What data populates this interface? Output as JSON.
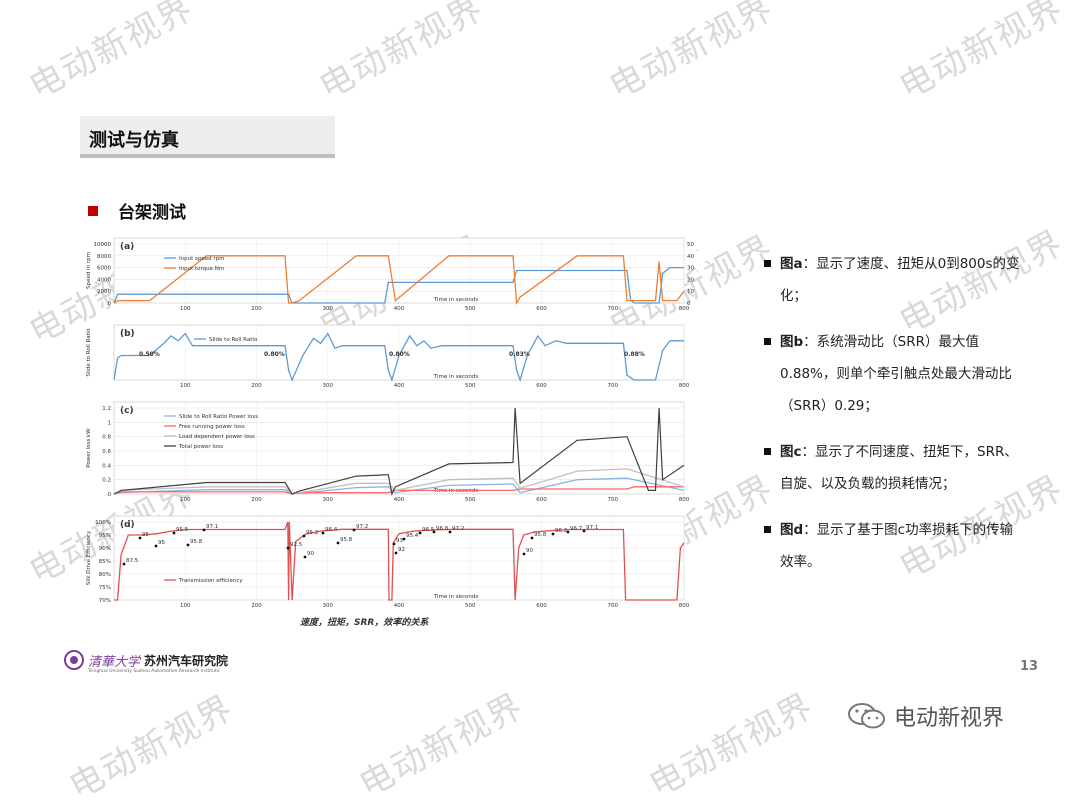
{
  "watermark_text": "电动新视界",
  "slide": {
    "title": "测试与仿真",
    "section": "台架测试",
    "caption": "速度，扭矩，SRR，效率的关系",
    "page_number": "13"
  },
  "notes": [
    {
      "label": "图a",
      "text": "：显示了速度、扭矩从0到800s的变化；"
    },
    {
      "label": "图b",
      "text": "：系统滑动比（SRR）最大值0.88%，则单个牵引触点处最大滑动比（SRR）0.29；"
    },
    {
      "label": "图c",
      "text": "：显示了不同速度、扭矩下，SRR、自旋、以及负载的损耗情况；"
    },
    {
      "label": "图d",
      "text": "：显示了基于图c功率损耗下的传输效率。"
    }
  ],
  "logo": {
    "school": "清華大学",
    "institute": "苏州汽车研究院",
    "sub": "Tsinghua University Suzhou Automotive Research Institute"
  },
  "brand": {
    "name": "电动新视界"
  },
  "colors": {
    "accent": "#c00000",
    "speed": "#5b9bd5",
    "torque": "#ed7d31",
    "efficiency": "#e05050"
  },
  "chart_data": [
    {
      "panel": "(a)",
      "type": "line",
      "ylabel": "Speed in rpm",
      "ylabel_right": "Input torque in Nm",
      "xlabel": "Time in seconds",
      "xlim": [
        0,
        800
      ],
      "ylim": [
        0,
        10000
      ],
      "ylim_right": [
        0,
        50
      ],
      "x_ticks": [
        "100",
        "200",
        "300",
        "400",
        "500",
        "600",
        "700",
        "800"
      ],
      "y_ticks": [
        "0",
        "2000",
        "4000",
        "6000",
        "8000",
        "10000"
      ],
      "y_ticks_right": [
        "0",
        "10",
        "20",
        "30",
        "40",
        "50"
      ],
      "series": [
        {
          "name": "Input speed rpm",
          "color": "#5b9bd5",
          "x": [
            0,
            5,
            10,
            245,
            248,
            250,
            380,
            385,
            390,
            560,
            565,
            570,
            720,
            725,
            730,
            765,
            770,
            780,
            800
          ],
          "y": [
            0,
            1500,
            1500,
            1500,
            500,
            0,
            0,
            3500,
            3500,
            3500,
            5500,
            5500,
            5500,
            500,
            0,
            0,
            5000,
            6000,
            6000
          ]
        },
        {
          "name": "Input torque Nm",
          "color": "#ed7d31",
          "x": [
            0,
            5,
            50,
            130,
            240,
            245,
            250,
            260,
            340,
            385,
            395,
            470,
            560,
            565,
            570,
            650,
            715,
            720,
            730,
            760,
            765,
            770,
            790,
            800
          ],
          "y": [
            0,
            2,
            2,
            40,
            40,
            0,
            0,
            2,
            40,
            40,
            2,
            40,
            40,
            0,
            5,
            40,
            40,
            2,
            2,
            2,
            35,
            2,
            2,
            10
          ]
        }
      ]
    },
    {
      "panel": "(b)",
      "type": "line",
      "ylabel": "Slide to Roll Ratio",
      "xlabel": "Time in seconds",
      "xlim": [
        0,
        800
      ],
      "x_ticks": [
        "100",
        "200",
        "300",
        "400",
        "500",
        "600",
        "700",
        "800"
      ],
      "series": [
        {
          "name": "Slide to Roll Ratio",
          "color": "#5b9bd5",
          "x": [
            0,
            5,
            10,
            50,
            70,
            80,
            90,
            100,
            110,
            240,
            245,
            250,
            265,
            280,
            290,
            300,
            310,
            320,
            380,
            385,
            390,
            400,
            415,
            425,
            435,
            445,
            460,
            560,
            565,
            570,
            580,
            595,
            605,
            620,
            635,
            715,
            720,
            730,
            760,
            770,
            780,
            800
          ],
          "y": [
            0,
            0.45,
            0.5,
            0.5,
            0.75,
            0.9,
            0.8,
            0.95,
            0.7,
            0.7,
            0.2,
            0,
            0.5,
            0.85,
            0.75,
            0.95,
            0.65,
            0.7,
            0.7,
            0.2,
            0,
            0.5,
            0.9,
            0.7,
            0.8,
            0.65,
            0.7,
            0.7,
            0.2,
            0,
            0.5,
            0.9,
            0.7,
            0.8,
            0.75,
            0.75,
            0.1,
            0,
            0,
            0.6,
            0.8,
            0.8
          ]
        }
      ],
      "annotations": [
        "0.50%",
        "0.80%",
        "0.80%",
        "0.83%",
        "0.88%"
      ]
    },
    {
      "panel": "(c)",
      "type": "line",
      "ylabel": "Power loss kW",
      "xlabel": "Time in seconds",
      "xlim": [
        0,
        800
      ],
      "ylim": [
        0,
        1.2
      ],
      "x_ticks": [
        "100",
        "200",
        "300",
        "400",
        "500",
        "600",
        "700",
        "800"
      ],
      "y_ticks": [
        "0",
        "0.2",
        "0.4",
        "0.6",
        "0.8",
        "1",
        "1.2"
      ],
      "series": [
        {
          "name": "Slide to Roll Ratio Power loss",
          "color": "#8db4e2",
          "x": [
            0,
            10,
            130,
            240,
            250,
            260,
            340,
            385,
            395,
            470,
            560,
            570,
            650,
            720,
            800
          ],
          "y": [
            0,
            0.02,
            0.06,
            0.06,
            0,
            0.01,
            0.09,
            0.1,
            0.02,
            0.12,
            0.14,
            0.02,
            0.2,
            0.22,
            0.05
          ]
        },
        {
          "name": "Free running power loss",
          "color": "#ff6666",
          "x": [
            0,
            10,
            240,
            250,
            260,
            385,
            395,
            560,
            570,
            720,
            730,
            800
          ],
          "y": [
            0,
            0.03,
            0.03,
            0,
            0.02,
            0.02,
            0.05,
            0.05,
            0.07,
            0.07,
            0.1,
            0.1
          ]
        },
        {
          "name": "Load dependent power loss",
          "color": "#c0c0c0",
          "x": [
            0,
            10,
            130,
            240,
            250,
            260,
            340,
            385,
            395,
            470,
            560,
            570,
            650,
            720,
            800
          ],
          "y": [
            0,
            0.05,
            0.1,
            0.1,
            0,
            0.02,
            0.15,
            0.15,
            0.05,
            0.2,
            0.22,
            0.08,
            0.32,
            0.35,
            0.1
          ]
        },
        {
          "name": "Total power loss",
          "color": "#404040",
          "x": [
            0,
            10,
            130,
            240,
            250,
            260,
            340,
            385,
            390,
            395,
            470,
            560,
            563,
            570,
            650,
            720,
            750,
            760,
            765,
            770,
            800
          ],
          "y": [
            0,
            0.05,
            0.16,
            0.16,
            0,
            0.04,
            0.25,
            0.27,
            0,
            0.1,
            0.42,
            0.44,
            1.2,
            0.15,
            0.75,
            0.8,
            0.05,
            0.05,
            1.2,
            0.2,
            0.4
          ]
        }
      ]
    },
    {
      "panel": "(d)",
      "type": "line",
      "ylabel": "Silk Drive Efficiency",
      "xlabel": "Time in seconds",
      "xlim": [
        0,
        800
      ],
      "ylim": [
        70,
        100
      ],
      "x_ticks": [
        "100",
        "200",
        "300",
        "400",
        "500",
        "600",
        "700",
        "800"
      ],
      "y_ticks": [
        "70%",
        "75%",
        "80%",
        "85%",
        "90%",
        "95%",
        "100%"
      ],
      "series": [
        {
          "name": "Transmission efficiency",
          "color": "#e05050",
          "x": [
            0,
            5,
            10,
            20,
            40,
            60,
            80,
            100,
            240,
            244,
            245,
            246,
            250,
            255,
            270,
            290,
            320,
            345,
            385,
            386,
            390,
            392,
            400,
            420,
            450,
            480,
            560,
            563,
            568,
            575,
            590,
            620,
            640,
            715,
            718,
            720,
            730,
            790,
            795,
            800
          ],
          "y": [
            70,
            70,
            87.5,
            95,
            95,
            95.5,
            96.5,
            97.1,
            97.1,
            100,
            70,
            100,
            70,
            92.5,
            95.5,
            96.5,
            97.2,
            97.2,
            97.2,
            70,
            70,
            92,
            95.5,
            96.5,
            97,
            97.2,
            97.2,
            70,
            90,
            95,
            96.2,
            96.8,
            97.1,
            97.1,
            70,
            70,
            70,
            70,
            90,
            92
          ]
        }
      ],
      "annotations": [
        "87.5",
        "95",
        "95",
        "95.5",
        "95.8",
        "97.1",
        "92.5",
        "90",
        "95.2",
        "96.4",
        "95.8",
        "97.2",
        "93",
        "92",
        "95.4",
        "96.5",
        "96.8",
        "97.2",
        "90",
        "95.8",
        "96.2",
        "96.7",
        "97.1"
      ]
    }
  ]
}
